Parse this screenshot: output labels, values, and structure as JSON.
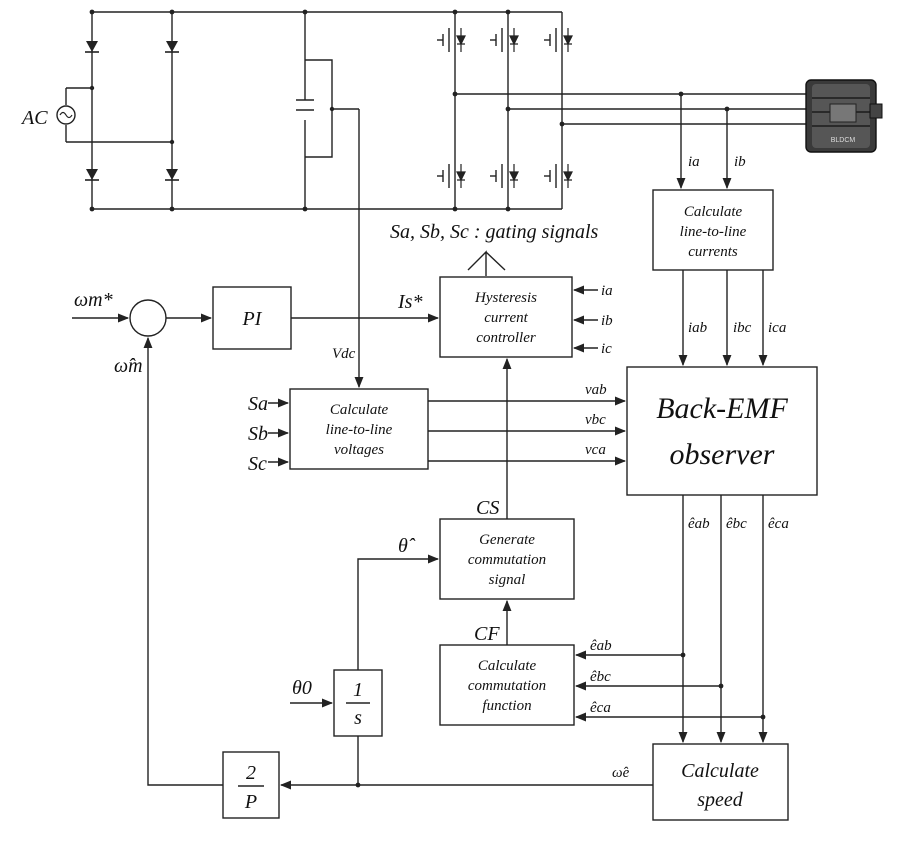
{
  "source": {
    "ac_label": "AC"
  },
  "motor": {
    "badge": "BLDCM"
  },
  "labels": {
    "gating": "Sa, Sb, Sc : gating signals",
    "omega_ref": "ωm*",
    "omega_hat_m": "ω̂m",
    "vdc": "Vdc",
    "is_ref": "Is*",
    "cs": "CS",
    "cf": "CF",
    "theta_hat": "θ̂",
    "theta0": "θ0",
    "omega_hat_e": "ω̂e",
    "ia": "ia",
    "ib": "ib",
    "iab": "iab",
    "ibc": "ibc",
    "ica": "ica",
    "vab": "vab",
    "vbc": "vbc",
    "vca": "vca",
    "eab": "êab",
    "ebc": "êbc",
    "eca": "êca",
    "sa": "Sa",
    "sb": "Sb",
    "sc": "Sc",
    "hc_ia": "ia",
    "hc_ib": "ib",
    "hc_ic": "ic"
  },
  "blocks": {
    "calc_currents": [
      "Calculate",
      "line-to-line",
      "currents"
    ],
    "hysteresis": [
      "Hysteresis",
      "current",
      "controller"
    ],
    "pi": "PI",
    "calc_voltages": [
      "Calculate",
      "line-to-line",
      "voltages"
    ],
    "observer": [
      "Back-EMF",
      "observer"
    ],
    "gen_commutation": [
      "Generate",
      "commutation",
      "signal"
    ],
    "integrator_num": "1",
    "integrator_den": "s",
    "calc_comm_func": [
      "Calculate",
      "commutation",
      "function"
    ],
    "gain_num": "2",
    "gain_den": "P",
    "calc_speed": [
      "Calculate",
      "speed"
    ]
  }
}
